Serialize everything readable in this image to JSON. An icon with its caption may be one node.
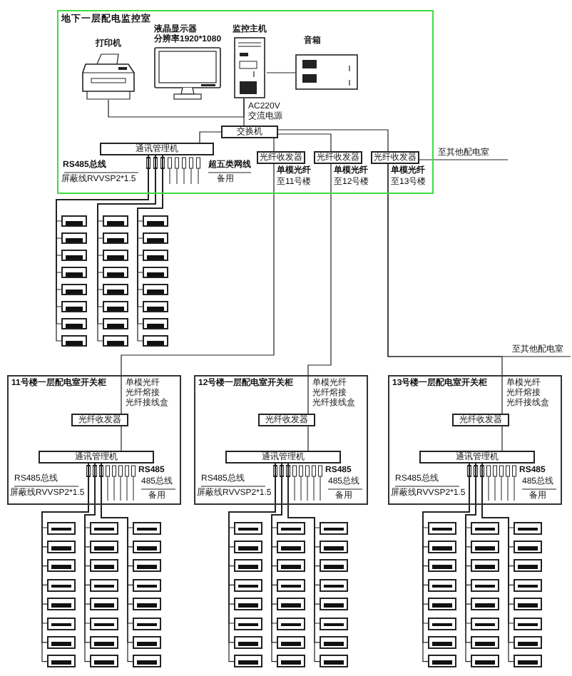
{
  "diagram": {
    "nodes": [
      {
        "text": [
          "地下一层配电监控室"
        ]
      },
      {
        "text": [
          "打印机"
        ],
        "in": 0
      },
      {
        "text": [
          "液晶显示器",
          "分辨率1920*1080"
        ],
        "in": 0
      },
      {
        "text": [
          "监控主机"
        ],
        "in": 0
      },
      {
        "text": [
          "音箱"
        ],
        "in": 0
      },
      {
        "text": [
          "交换机"
        ],
        "in": 0
      },
      {
        "text": [
          "通讯管理机"
        ],
        "in": 0
      },
      {
        "text": [
          "光纤收发器"
        ],
        "in": 0
      },
      {
        "text": [
          "光纤收发器"
        ],
        "in": 0
      },
      {
        "text": [
          "光纤收发器"
        ],
        "in": 0
      },
      {
        "text": [
          "11号楼一层配电室开关柜"
        ]
      },
      {
        "text": [
          "光纤收发器"
        ],
        "in": 10
      },
      {
        "text": [
          "通讯管理机"
        ],
        "in": 10
      },
      {
        "text": [
          "12号楼一层配电室开关柜"
        ]
      },
      {
        "text": [
          "光纤收发器"
        ],
        "in": 13
      },
      {
        "text": [
          "通讯管理机"
        ],
        "in": 13
      },
      {
        "text": [
          "13号楼一层配电室开关柜"
        ]
      },
      {
        "text": [
          "光纤收发器"
        ],
        "in": 16
      },
      {
        "text": [
          "通讯管理机"
        ],
        "in": 16
      },
      {
        "text": [],
        "shape": "box"
      },
      {
        "text": [],
        "shape": "box"
      },
      {
        "text": [],
        "shape": "box"
      },
      {
        "text": [],
        "shape": "box"
      },
      {
        "text": [],
        "shape": "box"
      },
      {
        "text": [],
        "shape": "box"
      },
      {
        "text": [],
        "shape": "box"
      },
      {
        "text": [],
        "shape": "box"
      },
      {
        "text": [],
        "shape": "box"
      },
      {
        "text": [],
        "shape": "box"
      },
      {
        "text": [],
        "shape": "box"
      },
      {
        "text": [],
        "shape": "box"
      },
      {
        "text": [],
        "shape": "box"
      },
      {
        "text": [],
        "shape": "box"
      },
      {
        "text": [],
        "shape": "box"
      },
      {
        "text": [],
        "shape": "box"
      },
      {
        "text": [],
        "shape": "box"
      },
      {
        "text": [],
        "shape": "box"
      },
      {
        "text": [],
        "shape": "box"
      },
      {
        "text": [],
        "shape": "box"
      },
      {
        "text": [],
        "shape": "box"
      },
      {
        "text": [],
        "shape": "box"
      },
      {
        "text": [],
        "shape": "box"
      },
      {
        "text": [],
        "shape": "box"
      },
      {
        "text": [],
        "shape": "box"
      },
      {
        "text": [],
        "shape": "box"
      },
      {
        "text": [],
        "shape": "box"
      },
      {
        "text": [],
        "shape": "box"
      },
      {
        "text": [],
        "shape": "box"
      },
      {
        "text": [],
        "shape": "box"
      },
      {
        "text": [],
        "shape": "box"
      },
      {
        "text": [],
        "shape": "box"
      },
      {
        "text": [],
        "shape": "box"
      },
      {
        "text": [],
        "shape": "box"
      },
      {
        "text": [],
        "shape": "box"
      },
      {
        "text": [],
        "shape": "box"
      },
      {
        "text": [],
        "shape": "box"
      },
      {
        "text": [],
        "shape": "box"
      },
      {
        "text": [],
        "shape": "box"
      },
      {
        "text": [],
        "shape": "box"
      },
      {
        "text": [],
        "shape": "box"
      },
      {
        "text": [],
        "shape": "box"
      },
      {
        "text": [],
        "shape": "box"
      },
      {
        "text": [],
        "shape": "box"
      },
      {
        "text": [],
        "shape": "box"
      },
      {
        "text": [],
        "shape": "box"
      },
      {
        "text": [],
        "shape": "box"
      },
      {
        "text": [],
        "shape": "box"
      },
      {
        "text": [],
        "shape": "box"
      },
      {
        "text": [],
        "shape": "box"
      },
      {
        "text": [],
        "shape": "box"
      },
      {
        "text": [],
        "shape": "box"
      },
      {
        "text": [],
        "shape": "box"
      },
      {
        "text": [],
        "shape": "box"
      },
      {
        "text": [],
        "shape": "box"
      },
      {
        "text": [],
        "shape": "box"
      },
      {
        "text": [],
        "shape": "box"
      },
      {
        "text": [],
        "shape": "box"
      },
      {
        "text": [],
        "shape": "box"
      },
      {
        "text": [],
        "shape": "box"
      },
      {
        "text": [],
        "shape": "box"
      },
      {
        "text": [],
        "shape": "box"
      },
      {
        "text": [],
        "shape": "box"
      },
      {
        "text": [],
        "shape": "box"
      },
      {
        "text": [],
        "shape": "box"
      },
      {
        "text": [],
        "shape": "box"
      },
      {
        "text": [],
        "shape": "box"
      },
      {
        "text": [],
        "shape": "box"
      },
      {
        "text": [],
        "shape": "box"
      },
      {
        "text": [],
        "shape": "box"
      },
      {
        "text": [],
        "shape": "box"
      },
      {
        "text": [],
        "shape": "box"
      },
      {
        "text": [],
        "shape": "box"
      },
      {
        "text": [],
        "shape": "box"
      },
      {
        "text": [],
        "shape": "box"
      },
      {
        "text": [],
        "shape": "box"
      },
      {
        "text": [],
        "shape": "box"
      },
      {
        "text": [],
        "shape": "box"
      },
      {
        "text": [],
        "shape": "box"
      },
      {
        "text": [],
        "shape": "box"
      },
      {
        "text": [],
        "shape": "box"
      },
      {
        "text": [],
        "shape": "box"
      },
      {
        "text": [],
        "shape": "box"
      },
      {
        "text": [],
        "shape": "box"
      },
      {
        "text": [],
        "shape": "box"
      },
      {
        "text": [],
        "shape": "box"
      },
      {
        "text": [],
        "shape": "box"
      },
      {
        "text": [],
        "shape": "box"
      },
      {
        "text": [],
        "shape": "box"
      },
      {
        "text": [],
        "shape": "box"
      },
      {
        "text": [],
        "shape": "box"
      },
      {
        "text": [],
        "shape": "box"
      },
      {
        "text": [],
        "shape": "box"
      },
      {
        "text": [],
        "shape": "box"
      },
      {
        "text": [],
        "shape": "box"
      },
      {
        "text": [],
        "shape": "box"
      }
    ],
    "edges": [
      {
        "from": 1,
        "to": 3,
        "arrow": "none"
      },
      {
        "from": 3,
        "to": 4,
        "arrow": "none"
      },
      {
        "from": 3,
        "to": 5,
        "arrow": "none"
      },
      {
        "from": 5,
        "to": 6,
        "arrow": "none"
      },
      {
        "from": 5,
        "to": 7,
        "arrow": "none"
      },
      {
        "from": 5,
        "to": 8,
        "arrow": "none"
      },
      {
        "from": 5,
        "to": 9,
        "arrow": "none"
      },
      {
        "from": 7,
        "to": 11,
        "arrow": "none"
      },
      {
        "from": 8,
        "to": 14,
        "arrow": "none"
      },
      {
        "from": 9,
        "to": 17,
        "arrow": "none"
      },
      {
        "from": 11,
        "to": 12,
        "arrow": "none"
      },
      {
        "from": 14,
        "to": 15,
        "arrow": "none"
      },
      {
        "from": 17,
        "to": 18,
        "arrow": "none"
      },
      {
        "from": 9,
        "to": null,
        "arrow": "none",
        "label": "至其他配电室"
      },
      {
        "from": 9,
        "to": null,
        "arrow": "none",
        "label": "至其他配电室"
      },
      {
        "from": 6,
        "to": 19,
        "arrow": "other"
      },
      {
        "from": 6,
        "to": 20,
        "arrow": "other"
      },
      {
        "from": 6,
        "to": 21,
        "arrow": "other"
      },
      {
        "from": 6,
        "to": 22,
        "arrow": "other"
      },
      {
        "from": 6,
        "to": 23,
        "arrow": "other"
      },
      {
        "from": 6,
        "to": 24,
        "arrow": "other"
      },
      {
        "from": 6,
        "to": 25,
        "arrow": "other"
      },
      {
        "from": 6,
        "to": 26,
        "arrow": "other"
      },
      {
        "from": 6,
        "to": 27,
        "arrow": "other"
      },
      {
        "from": 6,
        "to": 28,
        "arrow": "other"
      },
      {
        "from": 6,
        "to": 29,
        "arrow": "other"
      },
      {
        "from": 6,
        "to": 30,
        "arrow": "other"
      },
      {
        "from": 6,
        "to": 31,
        "arrow": "other"
      },
      {
        "from": 6,
        "to": 32,
        "arrow": "other"
      },
      {
        "from": 6,
        "to": 33,
        "arrow": "other"
      },
      {
        "from": 6,
        "to": 34,
        "arrow": "other"
      },
      {
        "from": 6,
        "to": 35,
        "arrow": "other"
      },
      {
        "from": 6,
        "to": 36,
        "arrow": "other"
      },
      {
        "from": 6,
        "to": 37,
        "arrow": "other"
      },
      {
        "from": 6,
        "to": 38,
        "arrow": "other"
      },
      {
        "from": 6,
        "to": 39,
        "arrow": "other"
      },
      {
        "from": 6,
        "to": 40,
        "arrow": "other"
      },
      {
        "from": 6,
        "to": 41,
        "arrow": "other"
      },
      {
        "from": 6,
        "to": 42,
        "arrow": "other"
      },
      {
        "from": 12,
        "to": 43,
        "arrow": "other"
      },
      {
        "from": 12,
        "to": 44,
        "arrow": "other"
      },
      {
        "from": 12,
        "to": 45,
        "arrow": "other"
      },
      {
        "from": 12,
        "to": 46,
        "arrow": "other"
      },
      {
        "from": 12,
        "to": 47,
        "arrow": "other"
      },
      {
        "from": 12,
        "to": 48,
        "arrow": "other"
      },
      {
        "from": 12,
        "to": 49,
        "arrow": "other"
      },
      {
        "from": 12,
        "to": 50,
        "arrow": "other"
      },
      {
        "from": 12,
        "to": 51,
        "arrow": "other"
      },
      {
        "from": 12,
        "to": 52,
        "arrow": "other"
      },
      {
        "from": 12,
        "to": 53,
        "arrow": "other"
      },
      {
        "from": 12,
        "to": 54,
        "arrow": "other"
      },
      {
        "from": 12,
        "to": 55,
        "arrow": "other"
      },
      {
        "from": 12,
        "to": 56,
        "arrow": "other"
      },
      {
        "from": 12,
        "to": 57,
        "arrow": "other"
      },
      {
        "from": 12,
        "to": 58,
        "arrow": "other"
      },
      {
        "from": 12,
        "to": 59,
        "arrow": "other"
      },
      {
        "from": 12,
        "to": 60,
        "arrow": "other"
      },
      {
        "from": 12,
        "to": 61,
        "arrow": "other"
      },
      {
        "from": 12,
        "to": 62,
        "arrow": "other"
      },
      {
        "from": 12,
        "to": 63,
        "arrow": "other"
      },
      {
        "from": 12,
        "to": 64,
        "arrow": "other"
      },
      {
        "from": 12,
        "to": 65,
        "arrow": "other"
      },
      {
        "from": 12,
        "to": 66,
        "arrow": "other"
      },
      {
        "from": 15,
        "to": 67,
        "arrow": "other"
      },
      {
        "from": 15,
        "to": 68,
        "arrow": "other"
      },
      {
        "from": 15,
        "to": 69,
        "arrow": "other"
      },
      {
        "from": 15,
        "to": 70,
        "arrow": "other"
      },
      {
        "from": 15,
        "to": 71,
        "arrow": "other"
      },
      {
        "from": 15,
        "to": 72,
        "arrow": "other"
      },
      {
        "from": 15,
        "to": 73,
        "arrow": "other"
      },
      {
        "from": 15,
        "to": 74,
        "arrow": "other"
      },
      {
        "from": 15,
        "to": 75,
        "arrow": "other"
      },
      {
        "from": 15,
        "to": 76,
        "arrow": "other"
      },
      {
        "from": 15,
        "to": 77,
        "arrow": "other"
      },
      {
        "from": 15,
        "to": 78,
        "arrow": "other"
      },
      {
        "from": 15,
        "to": 79,
        "arrow": "other"
      },
      {
        "from": 15,
        "to": 80,
        "arrow": "other"
      },
      {
        "from": 15,
        "to": 81,
        "arrow": "other"
      },
      {
        "from": 15,
        "to": 82,
        "arrow": "other"
      },
      {
        "from": 15,
        "to": 83,
        "arrow": "other"
      },
      {
        "from": 15,
        "to": 84,
        "arrow": "other"
      },
      {
        "from": 15,
        "to": 85,
        "arrow": "other"
      },
      {
        "from": 15,
        "to": 86,
        "arrow": "other"
      },
      {
        "from": 15,
        "to": 87,
        "arrow": "other"
      },
      {
        "from": 15,
        "to": 88,
        "arrow": "other"
      },
      {
        "from": 15,
        "to": 89,
        "arrow": "other"
      },
      {
        "from": 15,
        "to": 90,
        "arrow": "other"
      },
      {
        "from": 18,
        "to": 91,
        "arrow": "other"
      },
      {
        "from": 18,
        "to": 92,
        "arrow": "other"
      },
      {
        "from": 18,
        "to": 93,
        "arrow": "other"
      },
      {
        "from": 18,
        "to": 94,
        "arrow": "other"
      },
      {
        "from": 18,
        "to": 95,
        "arrow": "other"
      },
      {
        "from": 18,
        "to": 96,
        "arrow": "other"
      },
      {
        "from": 18,
        "to": 97,
        "arrow": "other"
      },
      {
        "from": 18,
        "to": 98,
        "arrow": "other"
      },
      {
        "from": 18,
        "to": 99,
        "arrow": "other"
      },
      {
        "from": 18,
        "to": 100,
        "arrow": "other"
      },
      {
        "from": 18,
        "to": 101,
        "arrow": "other"
      },
      {
        "from": 18,
        "to": 102,
        "arrow": "other"
      },
      {
        "from": 18,
        "to": 103,
        "arrow": "other"
      },
      {
        "from": 18,
        "to": 104,
        "arrow": "other"
      },
      {
        "from": 18,
        "to": 105,
        "arrow": "other"
      },
      {
        "from": 18,
        "to": 106,
        "arrow": "other"
      },
      {
        "from": 18,
        "to": 107,
        "arrow": "other"
      },
      {
        "from": 18,
        "to": 108,
        "arrow": "other"
      },
      {
        "from": 18,
        "to": 109,
        "arrow": "other"
      },
      {
        "from": 18,
        "to": 110,
        "arrow": "other"
      },
      {
        "from": 18,
        "to": 111,
        "arrow": "other"
      },
      {
        "from": 18,
        "to": 112,
        "arrow": "other"
      },
      {
        "from": 18,
        "to": 113,
        "arrow": "other"
      },
      {
        "from": 18,
        "to": 114,
        "arrow": "other"
      }
    ],
    "labels": [
      "AC220V",
      "交流电源",
      "RS485总线",
      "超五类网线",
      "单模光纤",
      "单模光纤",
      "单模光纤",
      "屏蔽线RVVSP2*1.5",
      "备用",
      "至11号楼",
      "至12号楼",
      "至13号楼",
      "单模光纤",
      "光纤熔接",
      "光纤接线盒",
      "RS485",
      "RS485总线",
      "485总线",
      "屏蔽线RVVSP2*1.5",
      "备用",
      "单模光纤",
      "光纤熔接",
      "光纤接线盒",
      "RS485",
      "RS485总线",
      "485总线",
      "屏蔽线RVVSP2*1.5",
      "备用",
      "单模光纤",
      "光纤熔接",
      "光纤接线盒",
      "RS485",
      "RS485总线",
      "485总线",
      "屏蔽线RVVSP2*1.5",
      "备用"
    ]
  }
}
